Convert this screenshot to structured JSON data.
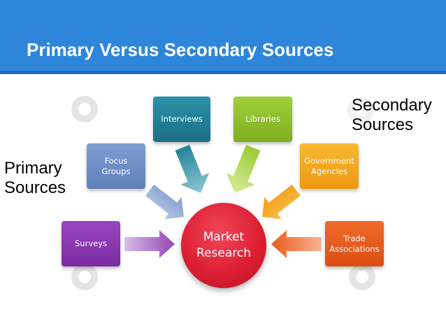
{
  "title": "Primary Versus Secondary Sources",
  "labels": {
    "primary": [
      "Primary",
      "Sources"
    ],
    "secondary": [
      "Secondary",
      "Sources"
    ]
  },
  "center": [
    "Market",
    "Research"
  ],
  "boxes": {
    "interviews": [
      "Interviews"
    ],
    "libraries": [
      "Libraries"
    ],
    "focus_groups": [
      "Focus",
      "Groups"
    ],
    "government_agencies": [
      "Government",
      "Agencies"
    ],
    "surveys": [
      "Surveys"
    ],
    "trade_associations": [
      "Trade",
      "Associations"
    ]
  },
  "colors": {
    "header": "#2d86da",
    "interviews": "#23839a",
    "libraries": "#8fbf2c",
    "focus_groups": "#6f8fc4",
    "government_agencies": "#f4a81c",
    "surveys": "#8c3bb1",
    "trade_associations": "#ea5a1e",
    "center": "#dd1f33"
  }
}
